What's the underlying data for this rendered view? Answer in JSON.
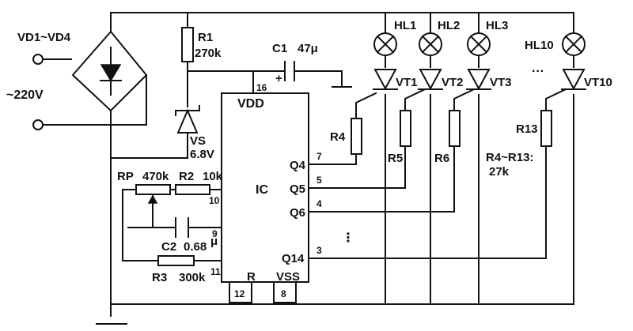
{
  "labels": {
    "bridge": "VD1~VD4",
    "supply": "~220V",
    "r1_name": "R1",
    "r1_value": "270k",
    "c1_name": "C1",
    "c1_value": "47μ",
    "c1_plus": "+",
    "vs_name": "VS",
    "vs_value": "6.8V",
    "vdd": "VDD",
    "ic": "IC",
    "vss": "VSS",
    "r_pin": "R",
    "rp_name": "RP",
    "rp_value": "470k",
    "r2_name": "R2",
    "r2_value": "10k",
    "c2_name": "C2",
    "c2_value": "0.68",
    "c2_unit": "μ",
    "r3_name": "R3",
    "r3_value": "300k",
    "q4": "Q4",
    "q5": "Q5",
    "q6": "Q6",
    "q14": "Q14",
    "hl1": "HL1",
    "hl2": "HL2",
    "hl3": "HL3",
    "hl10": "HL10",
    "vt1": "VT1",
    "vt2": "VT2",
    "vt3": "VT3",
    "vt10": "VT10",
    "r4": "R4",
    "r5": "R5",
    "r6": "R6",
    "r13": "R13",
    "r_range": "R4~R13:",
    "r_range_value": "27k",
    "ellipsis_h": "···",
    "ellipsis_v": "⋮"
  },
  "pins": {
    "p16": "16",
    "p10": "10",
    "p9": "9",
    "p11": "11",
    "p12": "12",
    "p8": "8",
    "p7": "7",
    "p5": "5",
    "p4": "4",
    "p3": "3"
  }
}
